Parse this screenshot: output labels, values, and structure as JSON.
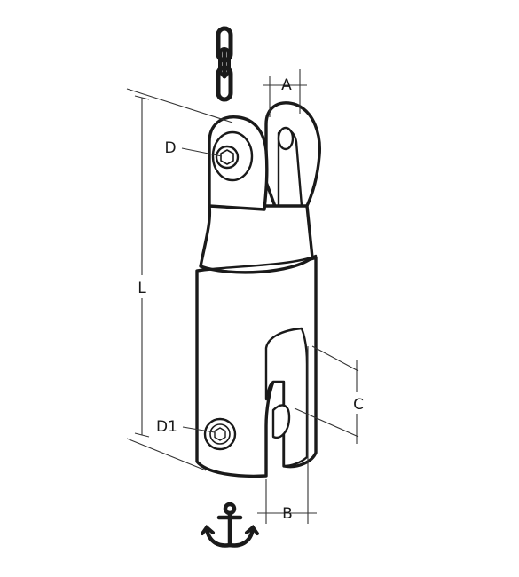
{
  "diagram": {
    "labels": {
      "a": "A",
      "b": "B",
      "c": "C",
      "d": "D",
      "d1": "D1",
      "l": "L"
    },
    "icons": [
      "chain-icon",
      "anchor-icon",
      "hex-socket-icon"
    ],
    "colors": {
      "line": "#1a1a1a",
      "background": "#ffffff"
    }
  }
}
